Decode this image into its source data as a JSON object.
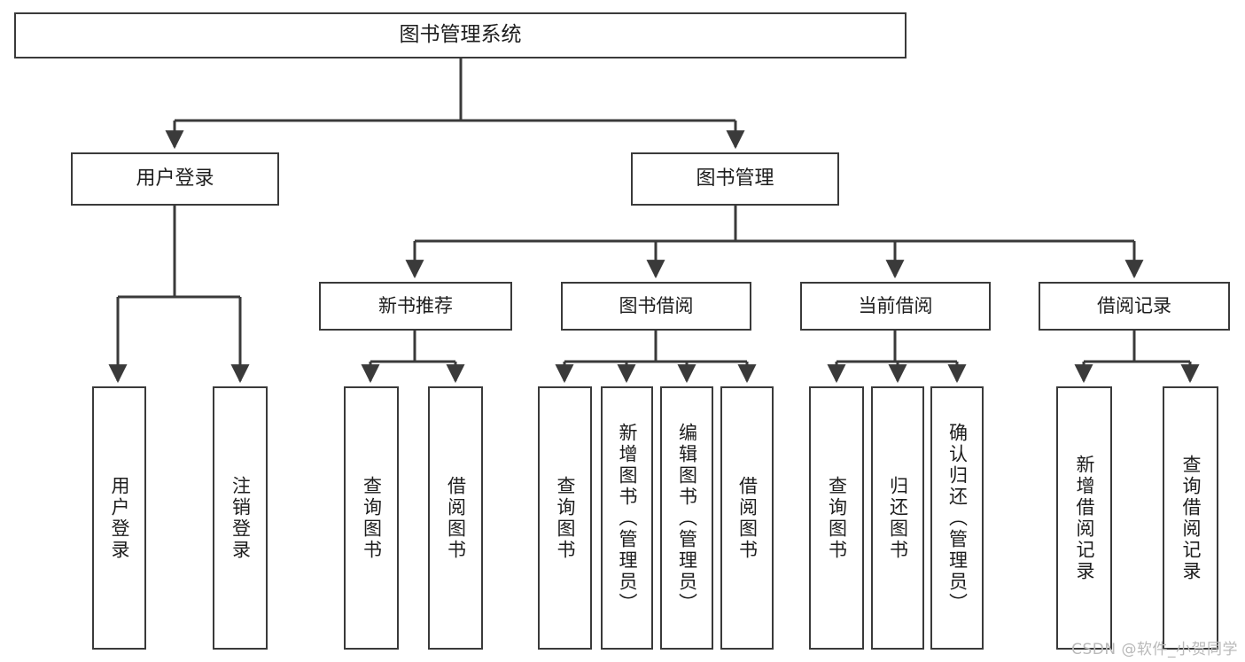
{
  "diagram": {
    "title": "图书管理系统",
    "type": "tree",
    "line_color": "#3a3a3a",
    "box_fill": "#ffffff",
    "text_color": "#1d1d1d",
    "background": "#ffffff"
  },
  "watermark": {
    "text": "CSDN @软件_小贺同学",
    "color": "#b9b9b9"
  },
  "nodes": {
    "root": {
      "label": "图书管理系统"
    },
    "tier1": [
      {
        "label": "用户登录"
      },
      {
        "label": "图书管理"
      }
    ],
    "tier2": [
      {
        "label": "新书推荐"
      },
      {
        "label": "图书借阅"
      },
      {
        "label": "当前借阅"
      },
      {
        "label": "借阅记录"
      }
    ],
    "leaves": {
      "user_login": [
        {
          "label": "用户登录"
        },
        {
          "label": "注销登录"
        }
      ],
      "new_book_recommend": [
        {
          "label": "查询图书"
        },
        {
          "label": "借阅图书"
        }
      ],
      "book_borrow": [
        {
          "label": "查询图书"
        },
        {
          "label": "新增图书（管理员）"
        },
        {
          "label": "编辑图书（管理员）"
        },
        {
          "label": "借阅图书"
        }
      ],
      "current_borrow": [
        {
          "label": "查询图书"
        },
        {
          "label": "归还图书"
        },
        {
          "label": "确认归还（管理员）"
        }
      ],
      "borrow_record": [
        {
          "label": "新增借阅记录"
        },
        {
          "label": "查询借阅记录"
        }
      ]
    }
  },
  "chart_data": {
    "type": "table",
    "title": "图书管理系统 功能结构图",
    "hierarchy": [
      {
        "name": "图书管理系统",
        "children": [
          {
            "name": "用户登录",
            "children": [
              {
                "name": "用户登录"
              },
              {
                "name": "注销登录"
              }
            ]
          },
          {
            "name": "图书管理",
            "children": [
              {
                "name": "新书推荐",
                "children": [
                  {
                    "name": "查询图书"
                  },
                  {
                    "name": "借阅图书"
                  }
                ]
              },
              {
                "name": "图书借阅",
                "children": [
                  {
                    "name": "查询图书"
                  },
                  {
                    "name": "新增图书（管理员）"
                  },
                  {
                    "name": "编辑图书（管理员）"
                  },
                  {
                    "name": "借阅图书"
                  }
                ]
              },
              {
                "name": "当前借阅",
                "children": [
                  {
                    "name": "查询图书"
                  },
                  {
                    "name": "归还图书"
                  },
                  {
                    "name": "确认归还（管理员）"
                  }
                ]
              },
              {
                "name": "借阅记录",
                "children": [
                  {
                    "name": "新增借阅记录"
                  },
                  {
                    "name": "查询借阅记录"
                  }
                ]
              }
            ]
          }
        ]
      }
    ]
  }
}
